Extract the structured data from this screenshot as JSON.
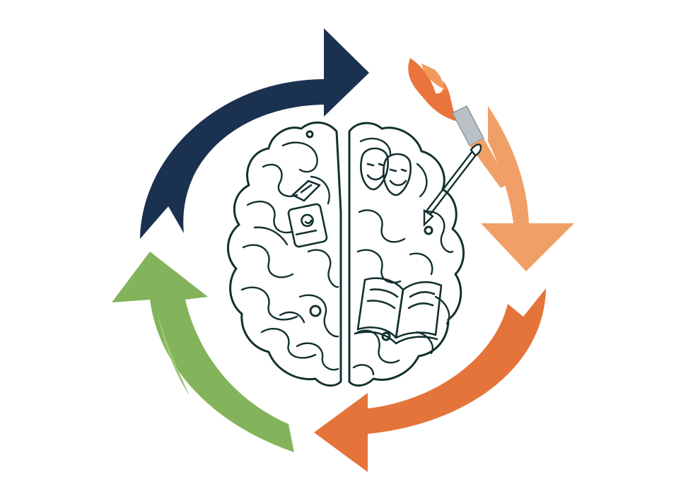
{
  "illustration": {
    "subject": "brain-cycle-illustration",
    "colors": {
      "navy": "#1b3150",
      "orange_light": "#f0a066",
      "orange": "#e4743a",
      "green": "#83b45b",
      "brain_outline": "#12302e",
      "brush_metal": "#b9c1c7"
    },
    "arrows": [
      {
        "name": "navy-arrow",
        "color": "#1b3150",
        "direction": "clockwise"
      },
      {
        "name": "light-orange-arrow",
        "color": "#f0a066",
        "direction": "clockwise"
      },
      {
        "name": "orange-arrow",
        "color": "#e4743a",
        "direction": "clockwise"
      },
      {
        "name": "green-arrow",
        "color": "#83b45b",
        "direction": "clockwise"
      }
    ],
    "left_hemisphere_icons": [
      "compass-icon",
      "calculator-icon"
    ],
    "right_hemisphere_icons": [
      "theater-masks-icon",
      "paintbrush-icon",
      "open-book-icon"
    ],
    "decorative_icons": [
      "flame-paintbrush-icon"
    ]
  }
}
